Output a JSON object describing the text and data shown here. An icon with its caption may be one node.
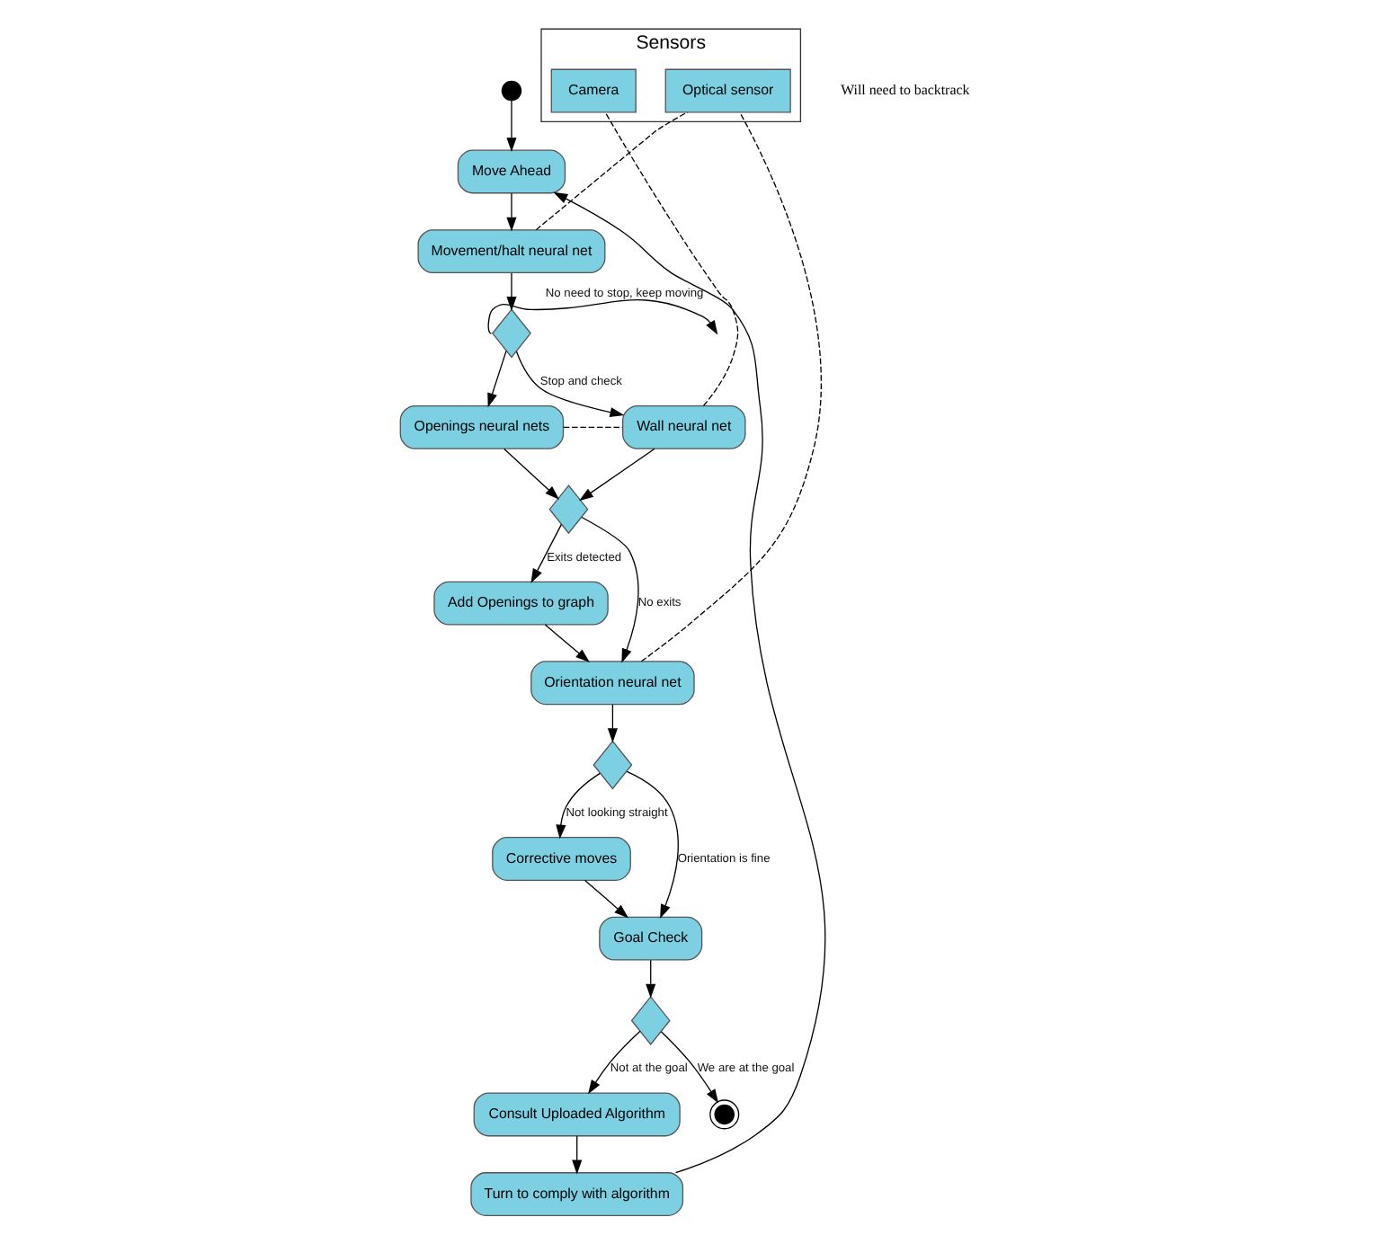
{
  "diagram": {
    "nodes": [
      {
        "text": [],
        "shape": "circle"
      },
      {
        "text": [
          "Move Ahead"
        ]
      },
      {
        "text": [
          "Movement/halt neural net"
        ]
      },
      {
        "text": [],
        "shape": "diamond"
      },
      {
        "text": [
          "Openings neural nets"
        ]
      },
      {
        "text": [
          "Wall neural net"
        ]
      },
      {
        "text": [],
        "shape": "diamond"
      },
      {
        "text": [
          "Add Openings to graph"
        ]
      },
      {
        "text": [
          "Orientation neural net"
        ]
      },
      {
        "text": [],
        "shape": "diamond"
      },
      {
        "text": [
          "Corrective moves"
        ]
      },
      {
        "text": [
          "Goal Check"
        ]
      },
      {
        "text": [],
        "shape": "diamond"
      },
      {
        "text": [
          "Consult Uploaded Algorithm"
        ]
      },
      {
        "text": [
          "Turn to comply with algorithm"
        ]
      },
      {
        "text": [],
        "shape": "circle"
      },
      {
        "text": [
          "Sensors"
        ]
      },
      {
        "text": [
          "Optical sensor"
        ],
        "in": 16
      },
      {
        "text": [
          "Camera"
        ],
        "in": 16
      }
    ],
    "edges": [
      {
        "from": 0,
        "to": 1,
        "arrow": "to"
      },
      {
        "from": 1,
        "to": 2,
        "arrow": "to"
      },
      {
        "from": 2,
        "to": 3,
        "arrow": "to"
      },
      {
        "from": 3,
        "to": null,
        "arrow": "to",
        "label": "No need to stop, keep moving"
      },
      {
        "from": 3,
        "to": 4,
        "arrow": "to"
      },
      {
        "from": 3,
        "to": 5,
        "arrow": "to",
        "label": "Stop and check"
      },
      {
        "from": 4,
        "to": 6,
        "arrow": "to"
      },
      {
        "from": 5,
        "to": 6,
        "arrow": "to"
      },
      {
        "from": 6,
        "to": 8,
        "arrow": "to",
        "label": "No exits"
      },
      {
        "from": 6,
        "to": 7,
        "arrow": "to",
        "label": "Exits detected"
      },
      {
        "from": 7,
        "to": 8,
        "arrow": "to"
      },
      {
        "from": 8,
        "to": 9,
        "arrow": "to"
      },
      {
        "from": 9,
        "to": 10,
        "arrow": "to",
        "label": "Not looking straight"
      },
      {
        "from": 9,
        "to": 11,
        "arrow": "to",
        "label": "Orientation is fine"
      },
      {
        "from": 10,
        "to": 11,
        "arrow": "to"
      },
      {
        "from": 11,
        "to": 12,
        "arrow": "to"
      },
      {
        "from": 12,
        "to": 13,
        "arrow": "to",
        "label": "Not at the goal"
      },
      {
        "from": 12,
        "to": 15,
        "arrow": "to",
        "label": "We are at the goal"
      },
      {
        "from": 13,
        "to": 14,
        "arrow": "to"
      },
      {
        "from": 14,
        "to": 1,
        "arrow": "to"
      },
      {
        "from": 2,
        "to": 17,
        "arrow": "none",
        "style": "dashed"
      },
      {
        "from": 8,
        "to": 17,
        "arrow": "none",
        "style": "dashed"
      },
      {
        "from": 4,
        "to": 5,
        "arrow": "none",
        "style": "dashed"
      },
      {
        "from": 5,
        "to": 18,
        "arrow": "none",
        "style": "dashed"
      }
    ],
    "labels": [
      "Will need to backtrack"
    ]
  }
}
